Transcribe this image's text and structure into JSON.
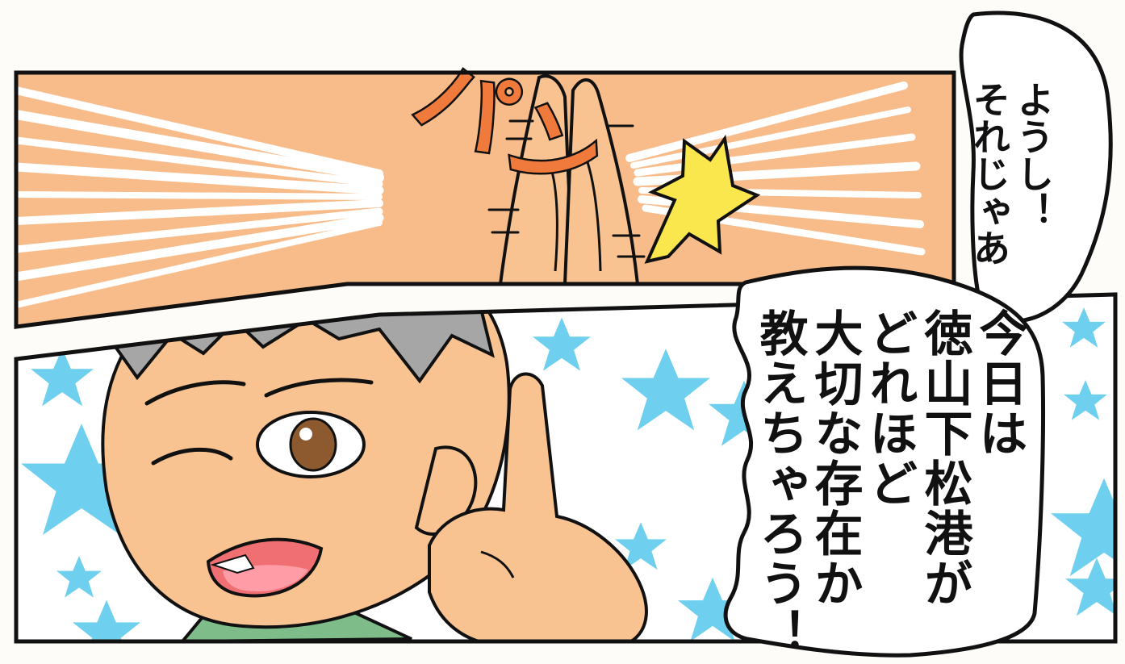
{
  "comic": {
    "sound_effect": "パン",
    "small_bubble_lines": [
      "ようし！",
      "それじゃあ"
    ],
    "large_bubble_lines": [
      "今日は",
      "徳山下松港が",
      "どれほど",
      "大切な存在か",
      "教えちゃろう！"
    ]
  },
  "palette": {
    "orange": "#f8bc8a",
    "star": "#6ed0ee",
    "skin": "#f8c391",
    "hair": "#a6a6a6",
    "shirt": "#7ebc8a"
  }
}
